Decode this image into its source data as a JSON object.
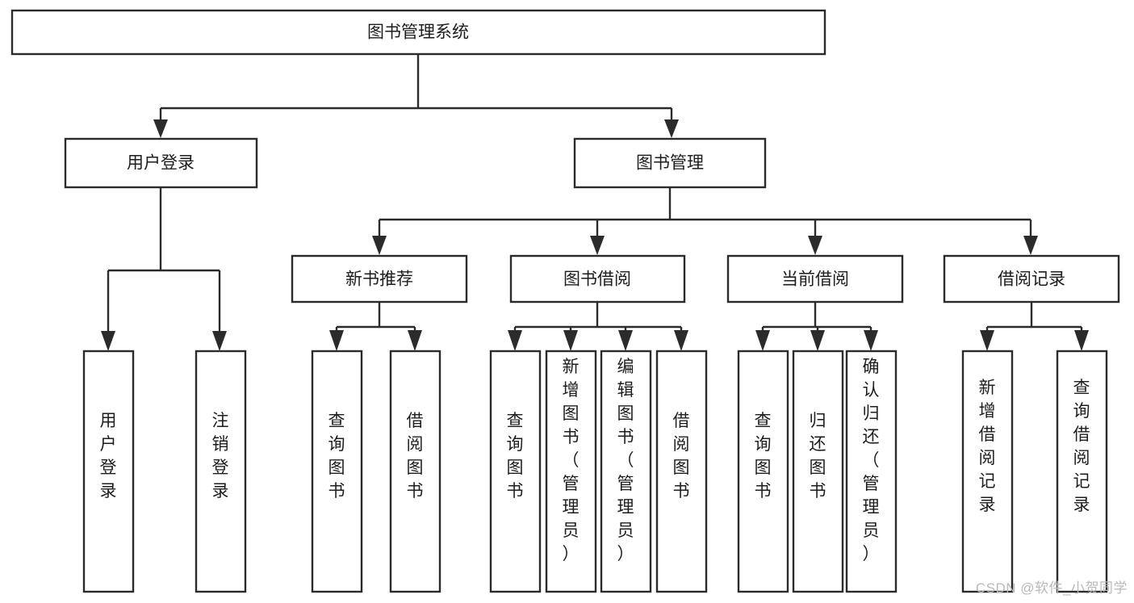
{
  "diagram": {
    "title": "图书管理系统",
    "type": "hierarchy-tree",
    "watermark": "CSDN @软件_小贺同学",
    "colors": {
      "stroke": "#2b2b2b",
      "fill": "#ffffff",
      "text": "#1d1d1d",
      "watermark": "#b9b9b9"
    },
    "levels": {
      "root": {
        "label": "图书管理系统"
      },
      "level2": [
        {
          "id": "user-login",
          "label": "用户登录"
        },
        {
          "id": "book-manage",
          "label": "图书管理"
        }
      ],
      "level3": [
        {
          "id": "new-book-rec",
          "label": "新书推荐",
          "parent": "book-manage"
        },
        {
          "id": "book-borrow",
          "label": "图书借阅",
          "parent": "book-manage"
        },
        {
          "id": "current-borrow",
          "label": "当前借阅",
          "parent": "book-manage"
        },
        {
          "id": "borrow-record",
          "label": "借阅记录",
          "parent": "book-manage"
        }
      ],
      "leaves": [
        {
          "id": "leaf-user-login",
          "label": "用户登录",
          "parent": "user-login"
        },
        {
          "id": "leaf-user-logout",
          "label": "注销登录",
          "parent": "user-login"
        },
        {
          "id": "leaf-query-book-1",
          "label": "查询图书",
          "parent": "new-book-rec"
        },
        {
          "id": "leaf-borrow-book-1",
          "label": "借阅图书",
          "parent": "new-book-rec"
        },
        {
          "id": "leaf-query-book-2",
          "label": "查询图书",
          "parent": "book-borrow"
        },
        {
          "id": "leaf-add-book",
          "label": "新增图书（管理员）",
          "parent": "book-borrow"
        },
        {
          "id": "leaf-edit-book",
          "label": "编辑图书（管理员）",
          "parent": "book-borrow"
        },
        {
          "id": "leaf-borrow-book-2",
          "label": "借阅图书",
          "parent": "book-borrow"
        },
        {
          "id": "leaf-query-book-3",
          "label": "查询图书",
          "parent": "current-borrow"
        },
        {
          "id": "leaf-return-book",
          "label": "归还图书",
          "parent": "current-borrow"
        },
        {
          "id": "leaf-confirm-return",
          "label": "确认归还（管理员）",
          "parent": "current-borrow"
        },
        {
          "id": "leaf-add-record",
          "label": "新增借阅记录",
          "parent": "borrow-record"
        },
        {
          "id": "leaf-query-record",
          "label": "查询借阅记录",
          "parent": "borrow-record"
        }
      ]
    }
  }
}
